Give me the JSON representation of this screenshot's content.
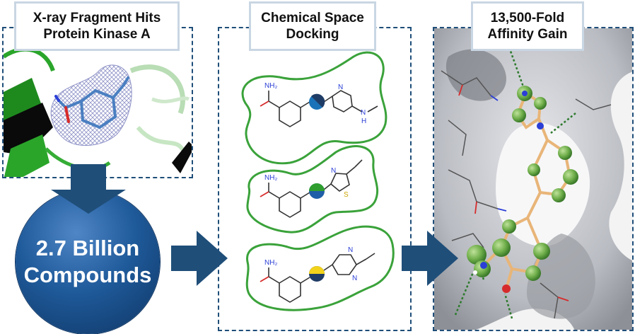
{
  "panel1": {
    "title_line1": "X-ray Fragment Hits",
    "title_line2": "Protein Kinase A"
  },
  "circle": {
    "line1": "2.7 Billion",
    "line2": "Compounds"
  },
  "panel2": {
    "title_line1": "Chemical Space",
    "title_line2": "Docking"
  },
  "panel3": {
    "title_line1": "13,500-Fold",
    "title_line2": "Affinity Gain"
  },
  "molecules": {
    "atom_label_amide": "NH₂",
    "atom_label_amine": "N",
    "atom_label_amine_h": "H",
    "atom_label_thiazole_s": "S",
    "atom_label_thiazole_n": "N",
    "atom_label_ring_n": "N"
  },
  "colors": {
    "arrow": "#1f4e79",
    "panel_border": "#1f4e79",
    "label_border": "#c9d6e3",
    "pocket_outline": "#3aa23a",
    "protein_green": "#2f9e2f",
    "ligand_carbon": "#f0c48a",
    "pharmacophore_sphere": "#6fae4a"
  }
}
